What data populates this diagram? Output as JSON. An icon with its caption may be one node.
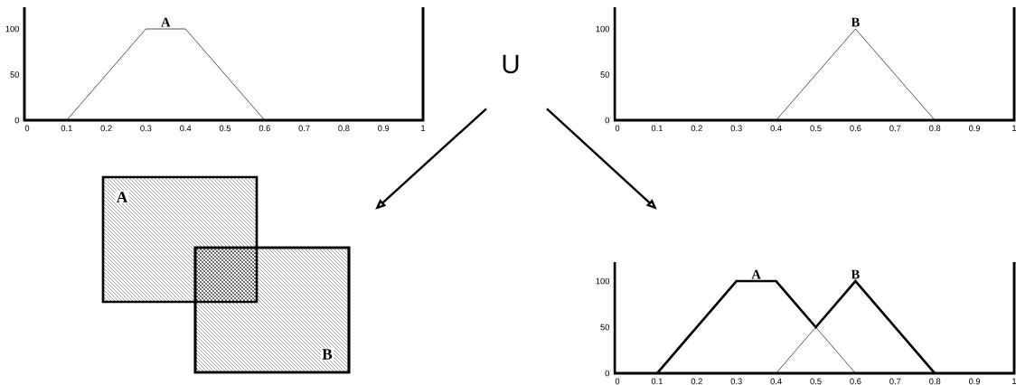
{
  "diagram": {
    "nodes": [
      {
        "text": [
          "A"
        ]
      },
      {
        "text": [
          "U"
        ]
      },
      {
        "text": [
          "B"
        ]
      },
      {
        "text": [
          "A"
        ]
      },
      {
        "text": [
          "B"
        ]
      },
      {
        "text": [
          "A",
          "B"
        ]
      }
    ],
    "edges": [
      {
        "from": 1,
        "to": null,
        "arrow": "to"
      },
      {
        "from": 1,
        "to": null,
        "arrow": "to"
      }
    ],
    "labels": [
      "100",
      "50",
      "0",
      "0",
      "0.1",
      "0.2",
      "0.3",
      "0.4",
      "0.5",
      "0.6",
      "0.7",
      "0.8",
      "0.9",
      "1",
      "100",
      "50",
      "0",
      "0",
      "0.1",
      "0.2",
      "0.3",
      "0.4",
      "0.5",
      "0.6",
      "0.7",
      "0.8",
      "0.9",
      "1",
      "100",
      "50",
      "0",
      "0",
      "0.1",
      "0.2",
      "0.3",
      "0.4",
      "0.5",
      "0.6",
      "0.7",
      "0.8",
      "0.9",
      "1"
    ]
  }
}
